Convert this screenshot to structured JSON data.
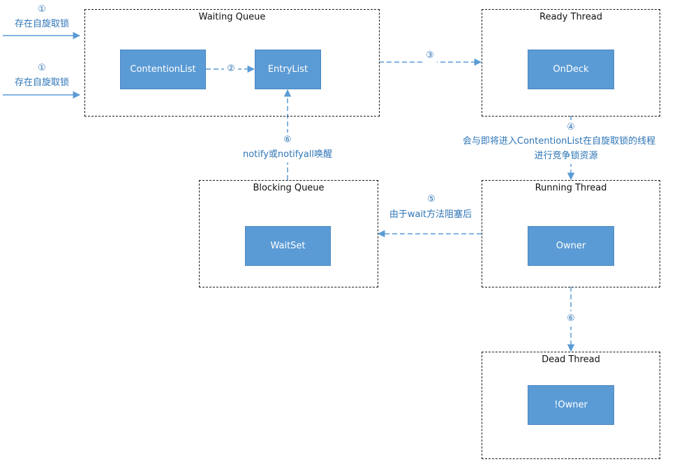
{
  "groups": {
    "waiting_queue": "Waiting Queue",
    "ready_thread": "Ready Thread",
    "blocking_queue": "Blocking Queue",
    "running_thread": "Running Thread",
    "dead_thread": "Dead Thread"
  },
  "nodes": {
    "contention_list": "ContentionList",
    "entry_list": "EntryList",
    "on_deck": "OnDeck",
    "wait_set": "WaitSet",
    "owner": "Owner",
    "not_owner": "!Owner"
  },
  "labels": {
    "entry1_num": "①",
    "entry1_text": "存在自旋取锁",
    "entry2_num": "①",
    "entry2_text": "存在自旋取锁",
    "step2": "②",
    "step3": "③",
    "step4_num": "④",
    "step4_line1": "会与即将进入ContentionList在自旋取锁的线程",
    "step4_line2": "进行竞争锁资源",
    "step5_num": "⑤",
    "step5_text": "由于wait方法阻塞后",
    "step6a_num": "⑥",
    "step6a_text": "notify或notifyall唤醒",
    "step6b_num": "⑥"
  },
  "colors": {
    "node_fill": "#5b9bd5",
    "arrow": "#5b9bd5",
    "label_text": "#2e75b6",
    "group_border": "#1a1a1a"
  }
}
